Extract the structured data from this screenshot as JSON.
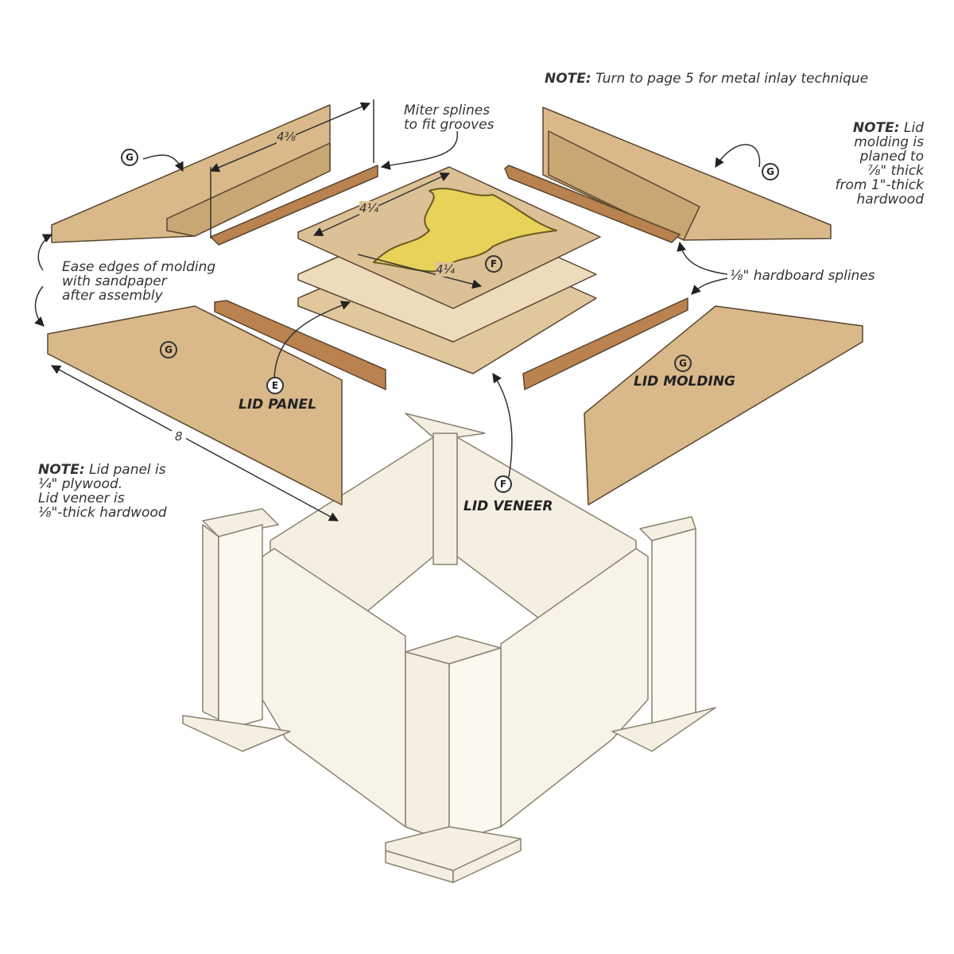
{
  "notes": {
    "inlay": {
      "prefix": "NOTE:",
      "text": " Turn to page 5 for metal inlay technique"
    },
    "molding": {
      "prefix": "NOTE:",
      "lines": [
        "Lid",
        "molding is",
        "planed to",
        "⅞\" thick",
        "from 1\"-thick",
        "hardwood"
      ]
    },
    "panel": {
      "prefix": "NOTE:",
      "lines": [
        " Lid panel is",
        "¼\" plywood.",
        "Lid veneer is",
        "⅛\"-thick hardwood"
      ]
    }
  },
  "callouts": {
    "miter": [
      "Miter splines",
      "to fit grooves"
    ],
    "ease": [
      "Ease edges of molding",
      "with sandpaper",
      "after assembly"
    ],
    "splines": "⅛\" hardboard splines"
  },
  "parts": {
    "lid_panel": {
      "tag": "E",
      "label": "LID PANEL"
    },
    "lid_veneer": {
      "tag": "F",
      "label": "LID VENEER"
    },
    "lid_molding": {
      "tag": "G",
      "label": "LID MOLDING"
    }
  },
  "dimensions": {
    "molding_width": "4⅜",
    "veneer_width": "4¼",
    "veneer_depth": "4¼",
    "molding_length": "8"
  },
  "colors": {
    "wood": "#d9b98a",
    "wood_dark": "#c49a62",
    "spline": "#b9824f",
    "veneer": "#e8d3ad",
    "inlay": "#e8d25a",
    "base": "#f4efe0",
    "outline": "#5a4630"
  }
}
